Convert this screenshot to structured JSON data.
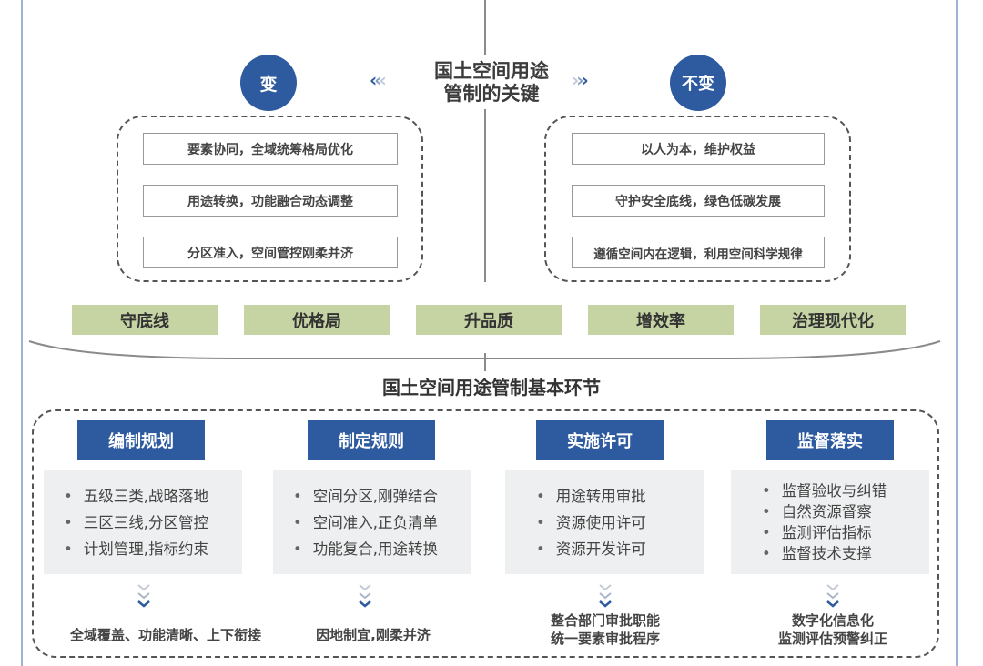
{
  "key_title": {
    "line1": "国土空间用途",
    "line2": "管制的关键"
  },
  "change": {
    "label": "变",
    "items": [
      "要素协同，全域统筹格局优化",
      "用途转换，功能融合动态调整",
      "分区准入，空间管控刚柔并济"
    ]
  },
  "unchanged": {
    "label": "不变",
    "items": [
      "以人为本，维护权益",
      "守护安全底线，绿色低碳发展",
      "遵循空间内在逻辑，利用空间科学规律"
    ]
  },
  "goals": [
    "守底线",
    "优格局",
    "升品质",
    "增效率",
    "治理现代化"
  ],
  "section_title": "国土空间用途管制基本环节",
  "columns": [
    {
      "title": "编制规划",
      "items": [
        "五级三类,战略落地",
        "三区三线,分区管控",
        "计划管理,指标约束"
      ],
      "footer": [
        "全域覆盖、功能清晰、上下衔接"
      ]
    },
    {
      "title": "制定规则",
      "items": [
        "空间分区,刚弹结合",
        "空间准入,正负清单",
        "功能复合,用途转换"
      ],
      "footer": [
        "因地制宜,刚柔并济"
      ]
    },
    {
      "title": "实施许可",
      "items": [
        "用途转用审批",
        "资源使用许可",
        "资源开发许可"
      ],
      "footer": [
        "整合部门审批职能",
        "统一要素审批程序"
      ]
    },
    {
      "title": "监督落实",
      "items": [
        "监督验收与纠错",
        "自然资源督察",
        "监测评估指标",
        "监督技术支撑"
      ],
      "footer": [
        "数字化信息化",
        "监测评估预警纠正"
      ]
    }
  ],
  "colors": {
    "primary_blue": "#2e5aa0",
    "goal_green": "#c6d4a3",
    "list_gray": "#eeeff0"
  }
}
